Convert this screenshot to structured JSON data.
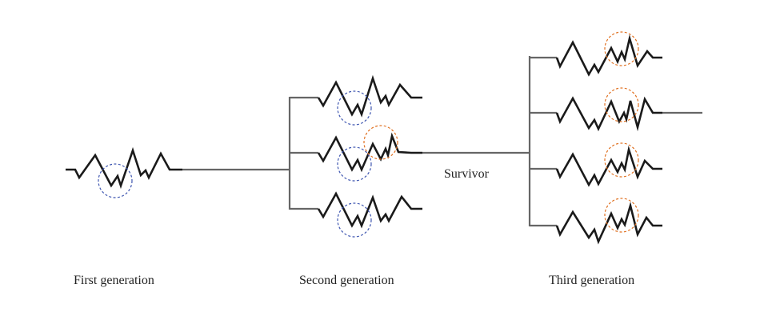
{
  "labels": {
    "first": "First generation",
    "second": "Second generation",
    "third": "Third generation",
    "survivor": "Survivor"
  },
  "colors": {
    "original_mutation": "#3d55b0",
    "new_mutation": "#e07020",
    "stem": "#666666",
    "sequence": "#1a1a1a"
  },
  "generations": [
    {
      "name": "first",
      "count": 1,
      "mutations": [
        "original"
      ]
    },
    {
      "name": "second",
      "count": 3,
      "survivor_index": 1,
      "mutations": [
        "original",
        "original+new",
        "original"
      ]
    },
    {
      "name": "third",
      "count": 4,
      "survivor_index": 1,
      "mutations": [
        "new",
        "new",
        "new",
        "new"
      ]
    }
  ]
}
